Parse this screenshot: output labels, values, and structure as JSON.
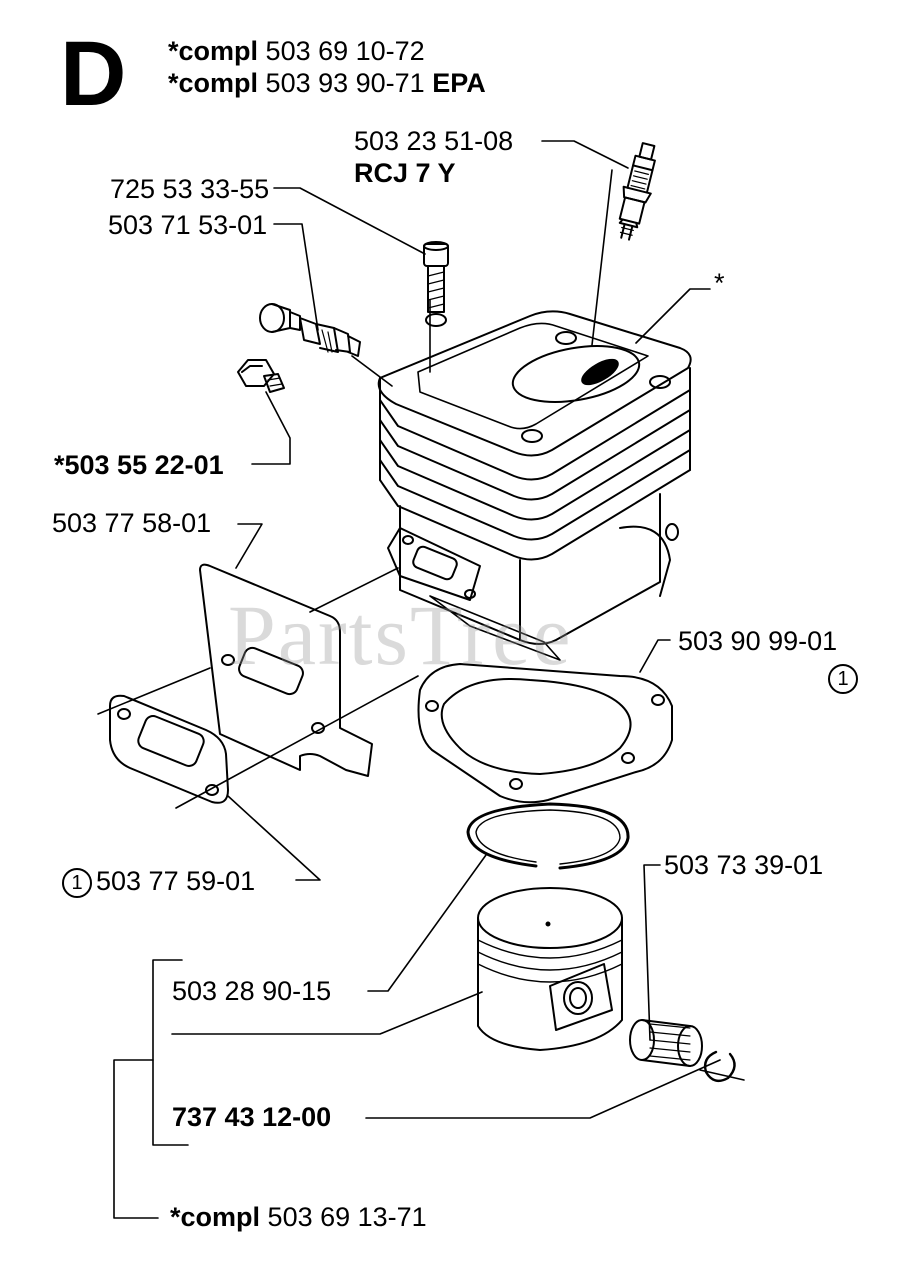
{
  "section": "D",
  "header": {
    "line1_bold": "*compl",
    "line1_num": "503 69 10-72",
    "line2_bold": "*compl",
    "line2_num": "503 93 90-71",
    "line2_suffix": "EPA"
  },
  "parts": {
    "spark_plug": {
      "number": "503 23 51-08",
      "type": "RCJ 7 Y"
    },
    "screw": "725 53 33-55",
    "decomp_valve": "503 71 53-01",
    "plug_bolt": "*503 55 22-01",
    "heat_shield": "503 77 58-01",
    "cylinder_marker": "*",
    "base_gasket": {
      "number": "503 90 99-01",
      "ref": "1"
    },
    "muffler_gasket": {
      "ref": "1",
      "number": "503 77 59-01"
    },
    "needle_bearing": "503 73 39-01",
    "piston_ring": "503 28 90-15",
    "piston_kit": "737 43 12-00",
    "piston_compl": {
      "bold": "*compl",
      "number": "503 69 13-71"
    }
  },
  "watermark": "PartsTree",
  "colors": {
    "ink": "#000000",
    "paper": "#ffffff",
    "watermark": "#969696"
  }
}
